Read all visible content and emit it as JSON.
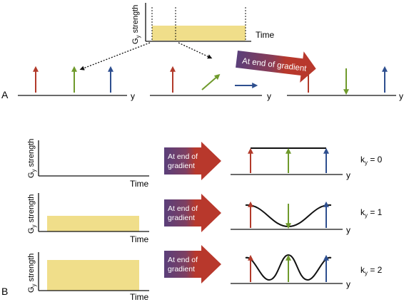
{
  "panel_labels": {
    "a": "A",
    "b": "B"
  },
  "top_plot": {
    "ylabel": "G",
    "ylabel_sub": "y",
    "ylabel_rest": " strength",
    "xlabel": "Time"
  },
  "top_arrow_label": "At end of gradient",
  "line_axis_label": "y",
  "rows": [
    {
      "ylabel": "G",
      "ylabel_sub": "y",
      "ylabel_rest": " strength",
      "xlabel": "Time",
      "arrow_line1": "At end of",
      "arrow_line2": "gradient",
      "k_label": "k",
      "k_sub": "y",
      "k_eq": " = 0"
    },
    {
      "ylabel": "G",
      "ylabel_sub": "y",
      "ylabel_rest": " strength",
      "xlabel": "Time",
      "arrow_line1": "At end of",
      "arrow_line2": "gradient",
      "k_label": "k",
      "k_sub": "y",
      "k_eq": " = 1"
    },
    {
      "ylabel": "G",
      "ylabel_sub": "y",
      "ylabel_rest": " strength",
      "xlabel": "Time",
      "arrow_line1": "At end of",
      "arrow_line2": "gradient",
      "k_label": "k",
      "k_sub": "y",
      "k_eq": " = 2"
    }
  ],
  "colors": {
    "red": "#b23a2a",
    "green": "#6f9a2c",
    "blue": "#2e4f8f",
    "purple": "#5a3f7a",
    "arrow_red": "#b8382c",
    "gradient_fill": "#f0de8a",
    "line": "#111111"
  }
}
